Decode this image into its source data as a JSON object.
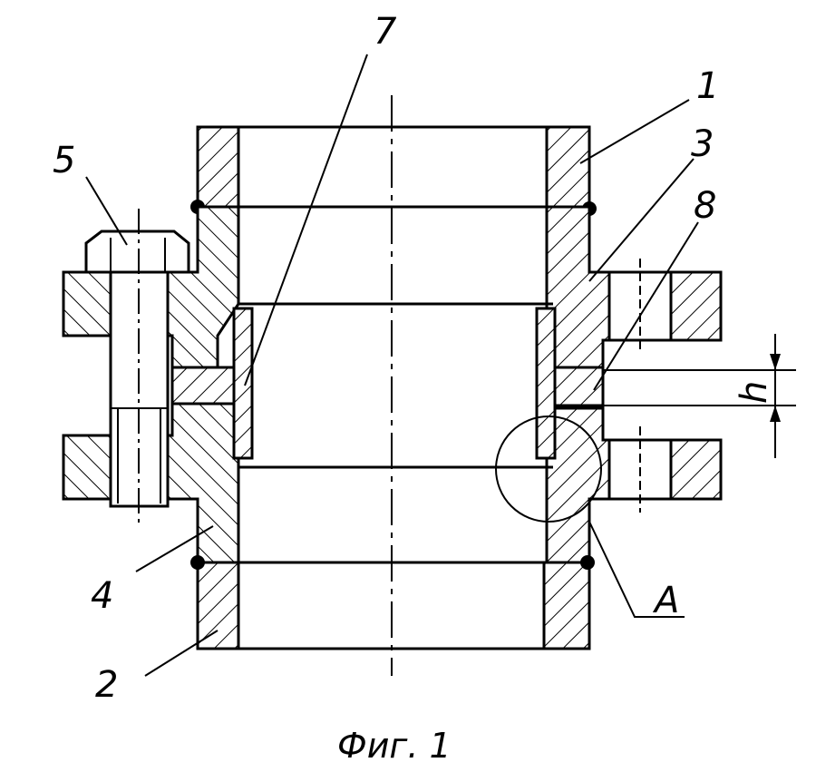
{
  "figure": {
    "caption": "Фиг. 1",
    "labels": {
      "part_1": "1",
      "part_2": "2",
      "part_3": "3",
      "part_4": "4",
      "part_5": "5",
      "part_7": "7",
      "part_8": "8",
      "dimension_h": "h",
      "detail_a": "A"
    }
  }
}
